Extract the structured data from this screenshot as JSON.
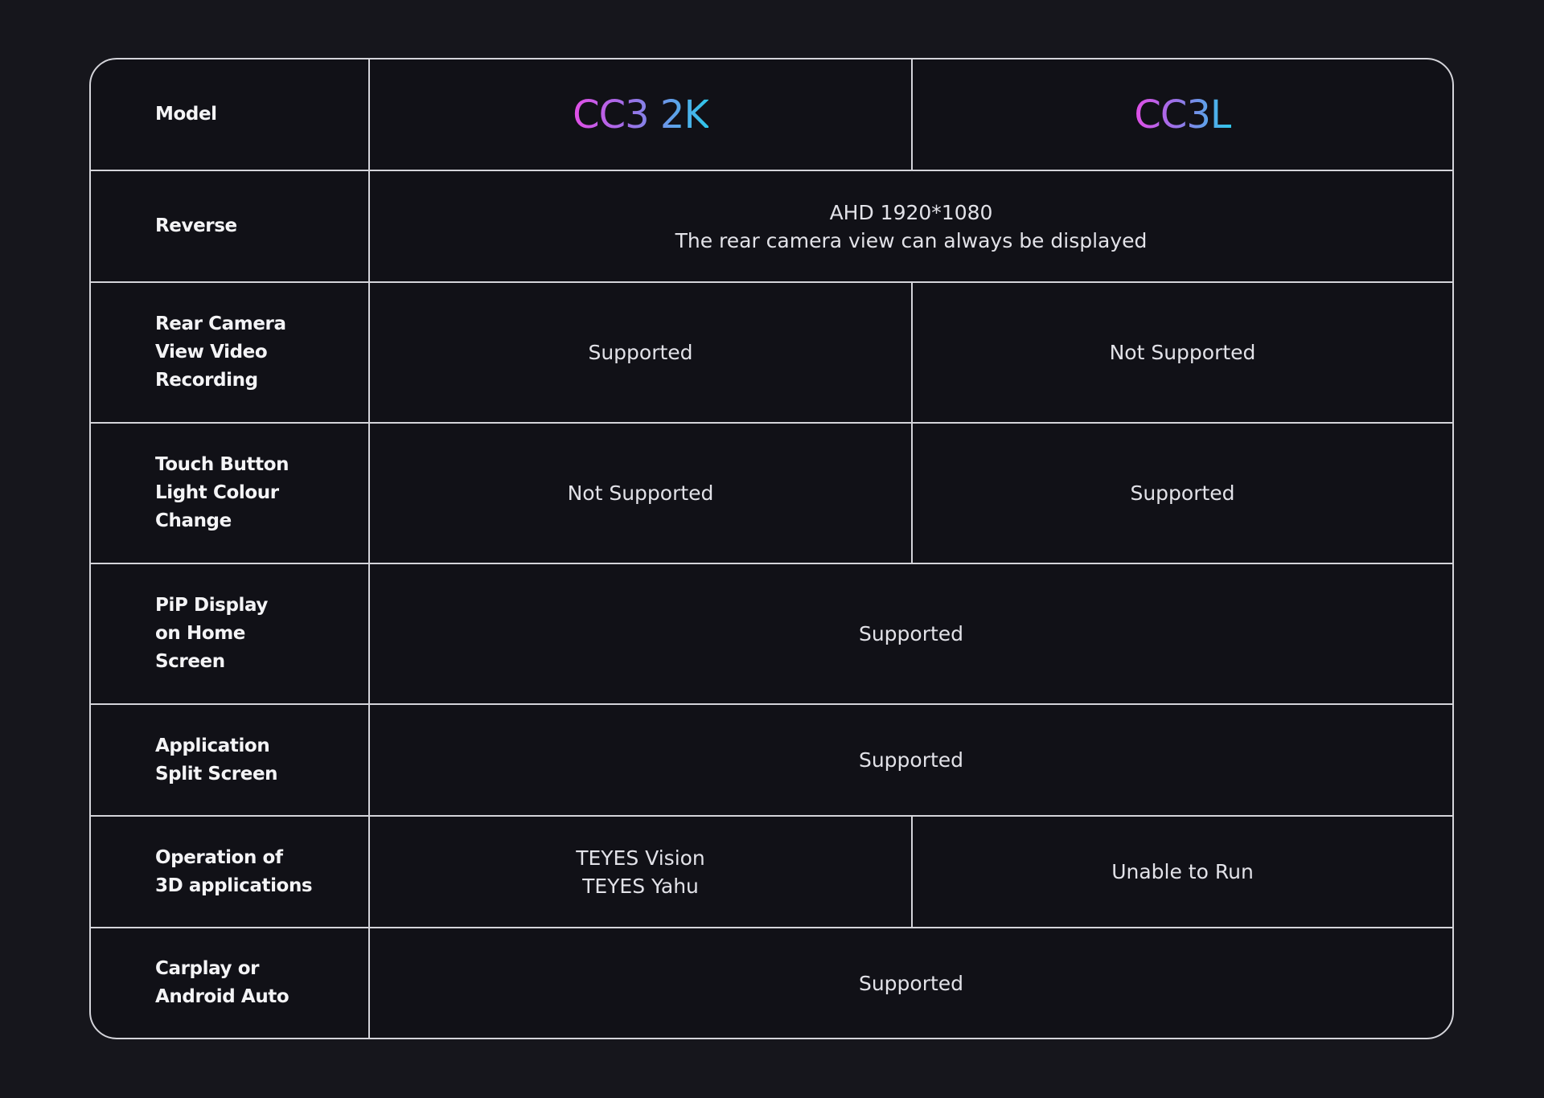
{
  "header": {
    "label": "Model",
    "models": [
      "CC3 2K",
      "CC3L"
    ],
    "gradient_colors": [
      "#e24ee6",
      "#a06ee8",
      "#2fc7ea"
    ]
  },
  "rows": [
    {
      "label": "Reverse",
      "shared": "AHD 1920*1080\nThe rear camera view can always be displayed"
    },
    {
      "label": "Rear Camera\nView Video\nRecording",
      "cc3_2k": "Supported",
      "cc3l": "Not Supported"
    },
    {
      "label": "Touch Button\nLight Colour\nChange",
      "cc3_2k": "Not Supported",
      "cc3l": "Supported"
    },
    {
      "label": "PiP Display\non Home\nScreen",
      "shared": "Supported"
    },
    {
      "label": "Application\nSplit Screen",
      "shared": "Supported"
    },
    {
      "label": "Operation of\n3D applications",
      "cc3_2k": "TEYES Vision\nTEYES Yahu",
      "cc3l": "Unable to Run"
    },
    {
      "label": "Carplay or\nAndroid Auto",
      "shared": "Supported"
    }
  ]
}
